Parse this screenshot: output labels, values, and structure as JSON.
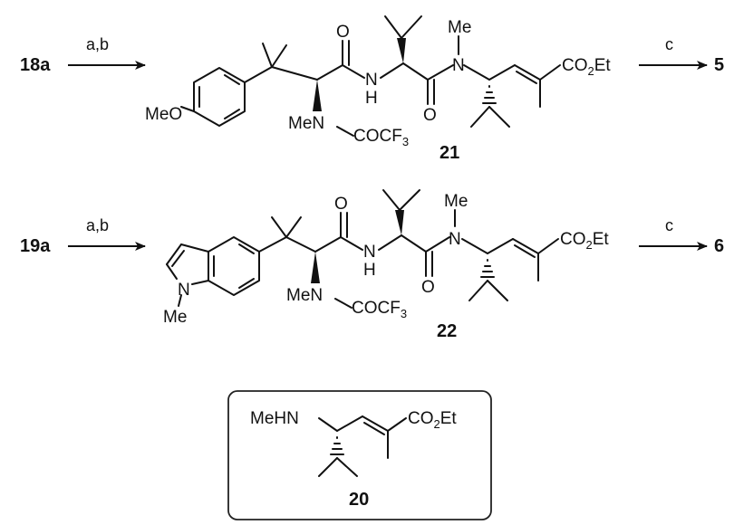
{
  "row1": {
    "start": "18a",
    "reagents1": "a,b",
    "product": "21",
    "reagents2": "c",
    "end": "5",
    "labels": {
      "meo": "MeO",
      "men": "MeN",
      "cocf3_main": "COCF",
      "cocf3_sub": "3",
      "h": "H",
      "nh_n": "N",
      "o1": "O",
      "o2": "O",
      "me": "Me",
      "n2": "N",
      "co2_pre": "CO",
      "co2_sub": "2",
      "co2_post": "Et"
    }
  },
  "row2": {
    "start": "19a",
    "reagents1": "a,b",
    "product": "22",
    "reagents2": "c",
    "end": "6",
    "labels": {
      "indole_n": "N",
      "indole_me": "Me",
      "men": "MeN",
      "cocf3_main": "COCF",
      "cocf3_sub": "3",
      "h": "H",
      "nh_n": "N",
      "o1": "O",
      "o2": "O",
      "me": "Me",
      "n2": "N",
      "co2_pre": "CO",
      "co2_sub": "2",
      "co2_post": "Et"
    }
  },
  "boxed": {
    "compound": "20",
    "labels": {
      "mehn": "MeHN",
      "co2_pre": "CO",
      "co2_sub": "2",
      "co2_post": "Et"
    }
  }
}
